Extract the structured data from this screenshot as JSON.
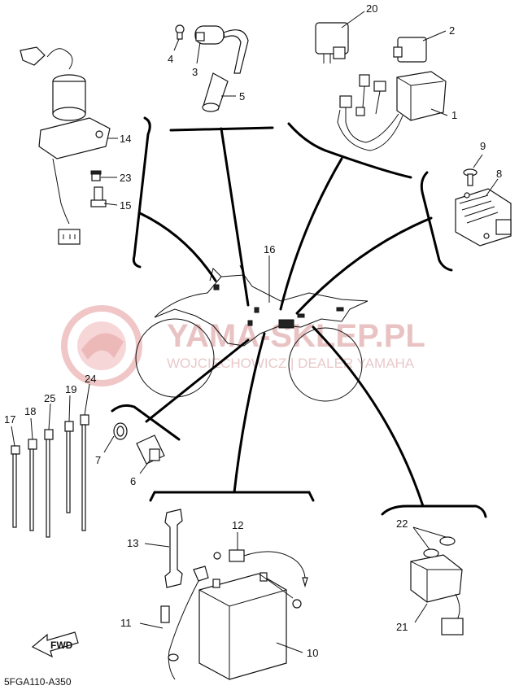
{
  "watermark": {
    "brand": "YAMA-SKLEP.PL",
    "subtitle": "WOJCIECHOWICZ | DEALER YAMAHA"
  },
  "diagram_code": "5FGA110-A350",
  "fwd_label": "FWD",
  "callouts": {
    "c1": "1",
    "c2": "2",
    "c3": "3",
    "c4": "4",
    "c5": "5",
    "c6": "6",
    "c7": "7",
    "c8": "8",
    "c9": "9",
    "c10": "10",
    "c11": "11",
    "c12": "12",
    "c13": "13",
    "c14": "14",
    "c15": "15",
    "c16": "16",
    "c17": "17",
    "c18": "18",
    "c19": "19",
    "c20": "20",
    "c21": "21",
    "c22": "22",
    "c23": "23",
    "c24": "24",
    "c25": "25"
  }
}
